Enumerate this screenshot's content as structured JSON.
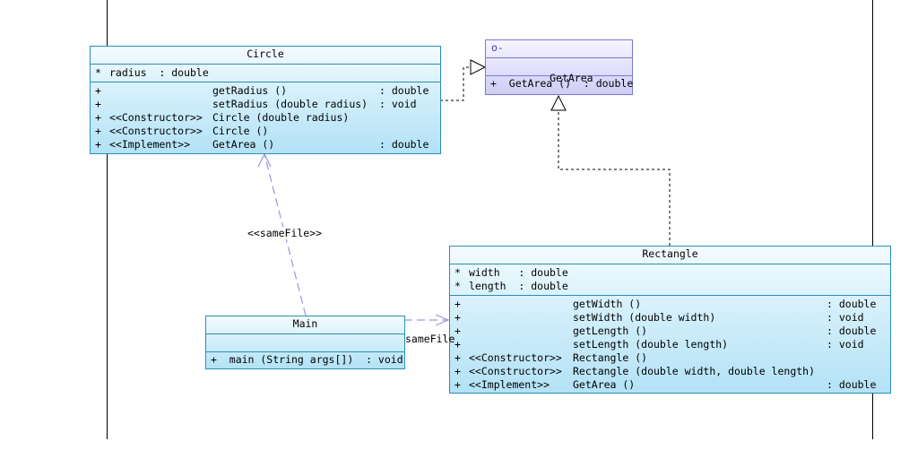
{
  "classes": {
    "circle": {
      "name": "Circle",
      "attributes": [
        {
          "vis": "*",
          "text": "radius  : double"
        }
      ],
      "methods": [
        {
          "vis": "+",
          "stereo": "",
          "sig": "getRadius ()",
          "type": ": double"
        },
        {
          "vis": "+",
          "stereo": "",
          "sig": "setRadius (double radius)",
          "type": ": void"
        },
        {
          "vis": "+",
          "stereo": "<<Constructor>>",
          "sig": "Circle (double radius)",
          "type": ""
        },
        {
          "vis": "+",
          "stereo": "<<Constructor>>",
          "sig": "Circle ()",
          "type": ""
        },
        {
          "vis": "+",
          "stereo": "<<Implement>>",
          "sig": "GetArea ()",
          "type": ": double"
        }
      ]
    },
    "getarea": {
      "name": "GetArea",
      "marker": "o-",
      "methods": [
        {
          "text": "+  GetArea ()  : double"
        }
      ]
    },
    "rectangle": {
      "name": "Rectangle",
      "attributes": [
        {
          "vis": "*",
          "text": "width   : double"
        },
        {
          "vis": "*",
          "text": "length  : double"
        }
      ],
      "methods": [
        {
          "vis": "+",
          "stereo": "",
          "sig": "getWidth ()",
          "type": ": double"
        },
        {
          "vis": "+",
          "stereo": "",
          "sig": "setWidth (double width)",
          "type": ": void"
        },
        {
          "vis": "+",
          "stereo": "",
          "sig": "getLength ()",
          "type": ": double"
        },
        {
          "vis": "+",
          "stereo": "",
          "sig": "setLength (double length)",
          "type": ": void"
        },
        {
          "vis": "+",
          "stereo": "<<Constructor>>",
          "sig": "Rectangle ()",
          "type": ""
        },
        {
          "vis": "+",
          "stereo": "<<Constructor>>",
          "sig": "Rectangle (double width, double length)",
          "type": ""
        },
        {
          "vis": "+",
          "stereo": "<<Implement>>",
          "sig": "GetArea ()",
          "type": ": double"
        }
      ]
    },
    "main": {
      "name": "Main",
      "methods": [
        {
          "text": "+  main (String args[])  : void"
        }
      ]
    }
  },
  "relations": {
    "main_circle": "<<sameFile>>",
    "main_rectangle": "sameFile"
  },
  "colors": {
    "class_border": "#2a8fb6",
    "interface_border": "#7b78d4",
    "dependency_line": "#9a96e0"
  }
}
